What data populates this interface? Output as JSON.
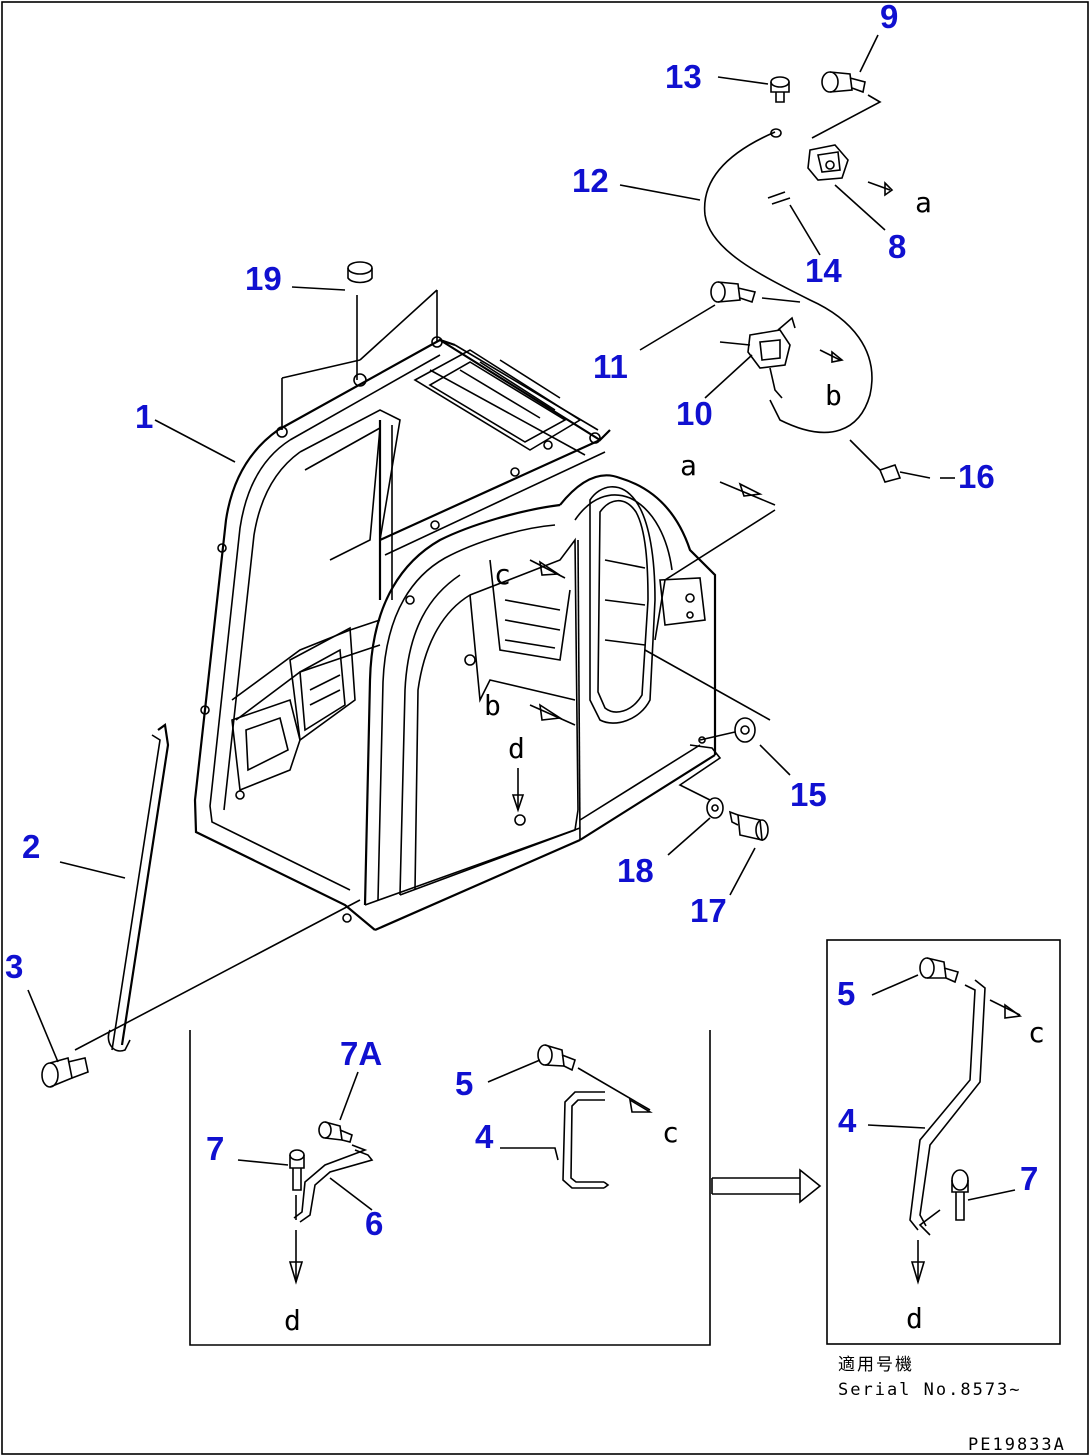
{
  "callouts": {
    "n1": "1",
    "n2": "2",
    "n3": "3",
    "n4a": "4",
    "n4b": "4",
    "n5a": "5",
    "n5b": "5",
    "n6": "6",
    "n7a": "7",
    "n7b": "7",
    "n7A": "7A",
    "n8": "8",
    "n9": "9",
    "n10": "10",
    "n11": "11",
    "n12": "12",
    "n13": "13",
    "n14": "14",
    "n15": "15",
    "n16": "16",
    "n17": "17",
    "n18": "18",
    "n19": "19"
  },
  "letters": {
    "a1": "a",
    "a2": "a",
    "b1": "b",
    "b2": "b",
    "c1": "c",
    "c2": "c",
    "c3": "c",
    "d1": "d",
    "d2": "d",
    "d3": "d"
  },
  "footer": {
    "serial_jp": "適用号機",
    "serial": "Serial No.8573~",
    "drawing_code": "PE19833A"
  },
  "colors": {
    "callout": "#1010d0",
    "line": "#000000"
  }
}
